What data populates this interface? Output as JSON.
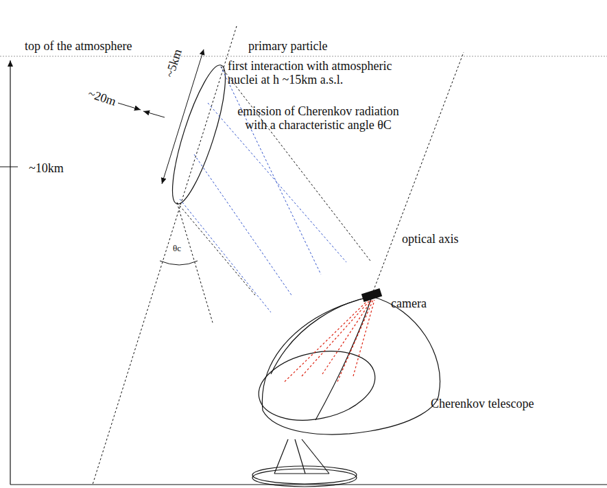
{
  "diagram": {
    "labels": [
      "top of the atmosphere",
      "primary particle",
      "~5km",
      "first interaction with atmospheric nuclei at h ~15km a.s.l.",
      "~20m",
      "emission of Cherenkov radiation with a characteristic angle θC",
      "~10km",
      "optical axis",
      "θc",
      "camera",
      "Cherenkov telescope"
    ]
  }
}
